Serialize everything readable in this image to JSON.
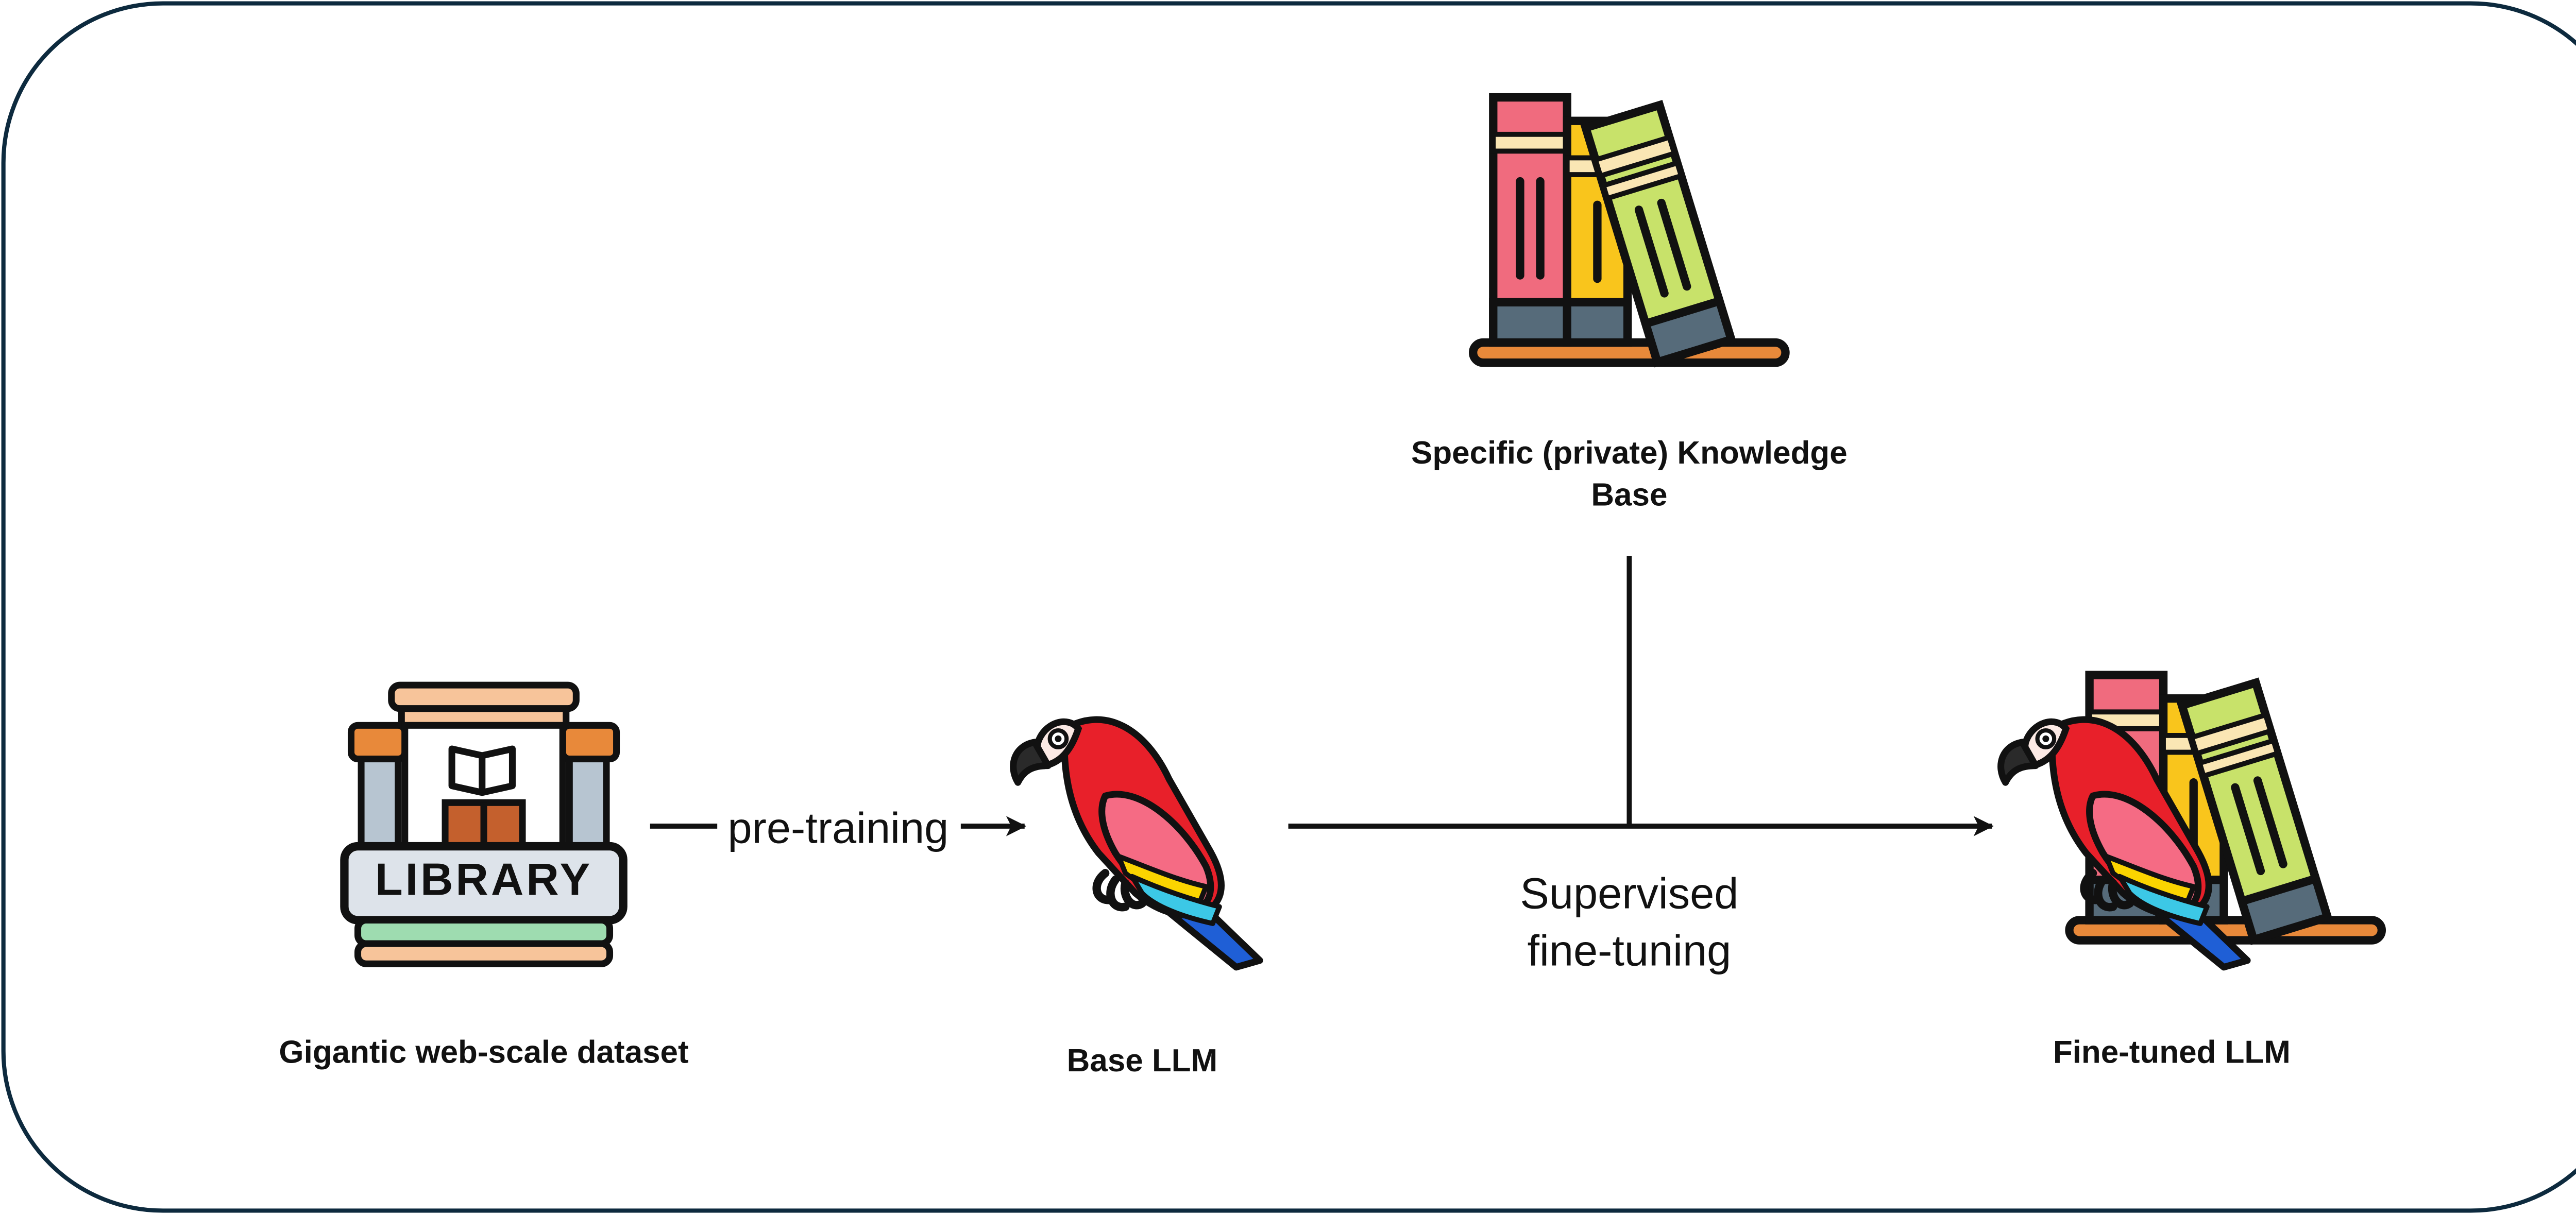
{
  "nodes": {
    "dataset": {
      "label": "Gigantic web-scale dataset",
      "sign_text": "LIBRARY",
      "icon": "library-building-icon"
    },
    "knowledge_base": {
      "label_line1": "Specific (private) Knowledge",
      "label_line2": "Base",
      "icon": "bookshelf-icon"
    },
    "base_llm": {
      "label": "Base LLM",
      "icon": "parrot-icon"
    },
    "finetuned_llm": {
      "label": "Fine-tuned LLM",
      "icon": "parrot-with-books-icon"
    }
  },
  "edges": {
    "pretraining": {
      "label": "pre-training"
    },
    "sft": {
      "label_line1": "Supervised",
      "label_line2": "fine-tuning"
    }
  },
  "colors": {
    "frame": "#0d2a3e",
    "stroke": "#111111",
    "book_red": "#f06b7e",
    "book_yellow": "#f9c51c",
    "book_green": "#c8e26a",
    "parrot_red": "#e8202a",
    "parrot_blue": "#1f5fd6"
  }
}
